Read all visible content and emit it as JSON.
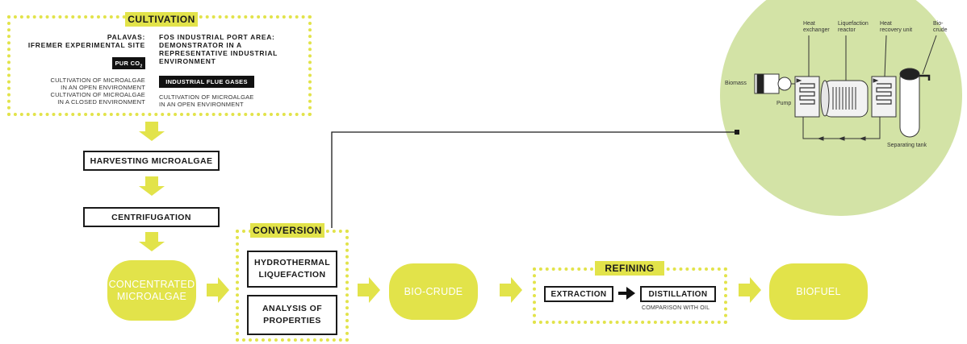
{
  "cultivation": {
    "tag": "CULTIVATION",
    "palavas_title_line1": "PALAVAS:",
    "palavas_title_line2": "IFREMER EXPERIMENTAL SITE",
    "pur_co2_label": "PUR CO",
    "pur_co2_sub": "2",
    "palavas_line1": "CULTIVATION OF MICROALGAE",
    "palavas_line2": "IN AN OPEN ENVIRONMENT",
    "palavas_line3": "CULTIVATION OF MICROALGAE",
    "palavas_line4": "IN A CLOSED ENVIRONMENT",
    "fos_title_line1": "FOS INDUSTRIAL PORT AREA:",
    "fos_title_line2": "DEMONSTRATOR IN A",
    "fos_title_line3": "REPRESENTATIVE INDUSTRIAL",
    "fos_title_line4": "ENVIRONMENT",
    "flue_gases_label": "INDUSTRIAL FLUE GASES",
    "fos_line1": "CULTIVATION OF MICROALGAE",
    "fos_line2": "IN AN OPEN ENVIRONMENT"
  },
  "steps": {
    "harvesting": "HARVESTING MICROALGAE",
    "centrifugation": "CENTRIFUGATION"
  },
  "blobs": {
    "concentrated_line1": "CONCENTRATED",
    "concentrated_line2": "MICROALGAE",
    "biocrude": "BIO-CRUDE",
    "biofuel": "BIOFUEL"
  },
  "conversion": {
    "tag": "CONVERSION",
    "htl_line1": "HYDROTHERMAL",
    "htl_line2": "LIQUEFACTION",
    "analysis_line1": "ANALYSIS OF",
    "analysis_line2": "PROPERTIES"
  },
  "refining": {
    "tag": "REFINING",
    "extraction": "EXTRACTION",
    "distillation": "DISTILLATION",
    "comparison": "COMPARISON WITH OIL"
  },
  "zoom": {
    "heat_exchanger_line1": "Heat",
    "heat_exchanger_line2": "exchanger",
    "liquefaction_line1": "Liquefaction",
    "liquefaction_line2": "reactor",
    "heat_recovery_line1": "Heat",
    "heat_recovery_line2": "recovery unit",
    "biocrude_line1": "Bio-",
    "biocrude_line2": "crude",
    "biomass": "Biomass",
    "pump": "Pump",
    "separating_tank": "Separating tank"
  },
  "colors": {
    "accent_yellow": "#e2e34a",
    "circle_green": "#d3e3a6",
    "dark": "#1a1a1a"
  }
}
